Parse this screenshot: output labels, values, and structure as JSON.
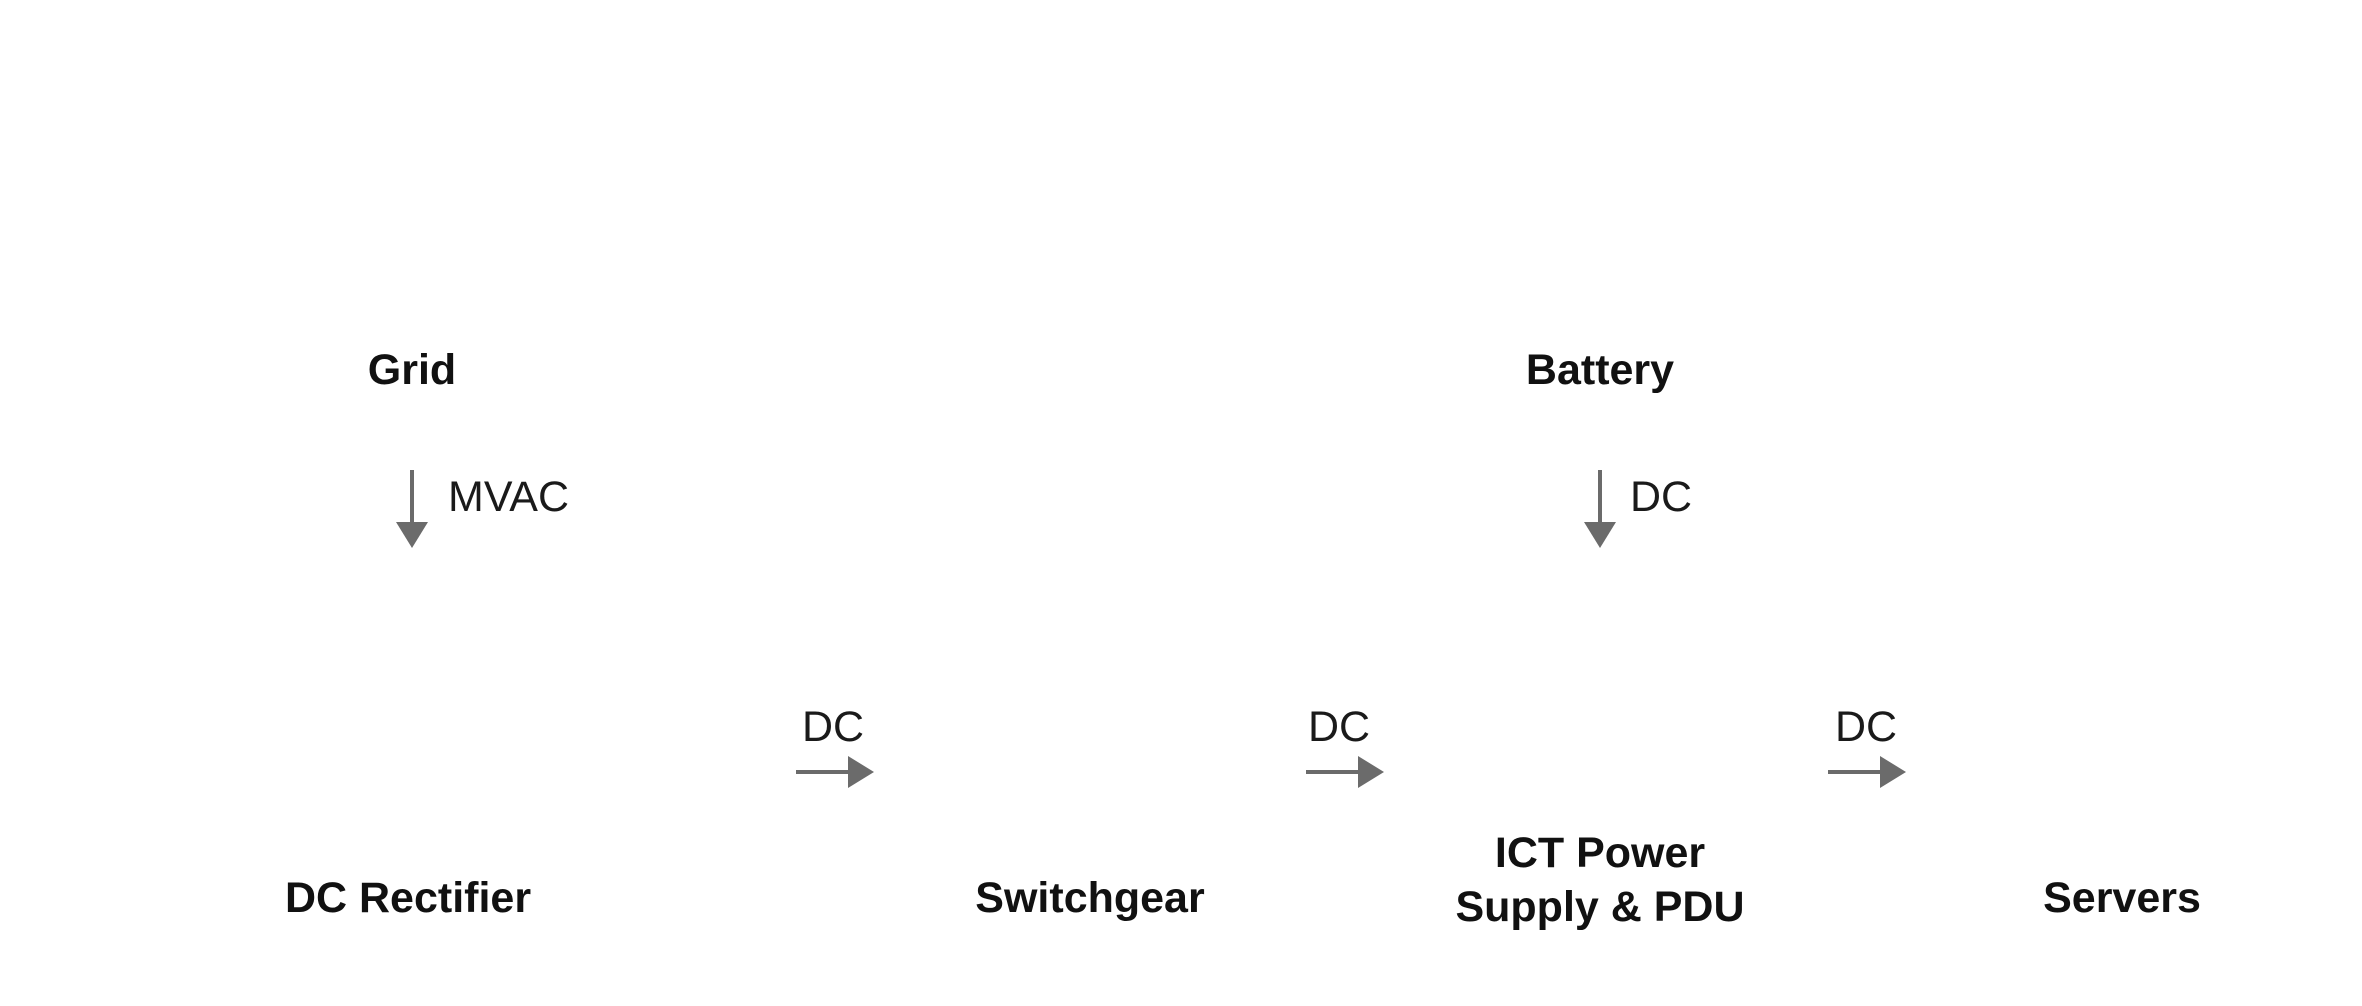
{
  "nodes": {
    "grid": "Grid",
    "battery": "Battery",
    "dc_rectifier": "DC Rectifier",
    "switchgear": "Switchgear",
    "ict_power_line1": "ICT Power",
    "ict_power_line2": "Supply & PDU",
    "servers": "Servers"
  },
  "edges": {
    "grid_to_rectifier": "MVAC",
    "battery_to_ict": "DC",
    "rectifier_to_switchgear": "DC",
    "switchgear_to_ict": "DC",
    "ict_to_servers": "DC"
  },
  "colors": {
    "arrow": "#6b6b6b",
    "text": "#111111"
  }
}
